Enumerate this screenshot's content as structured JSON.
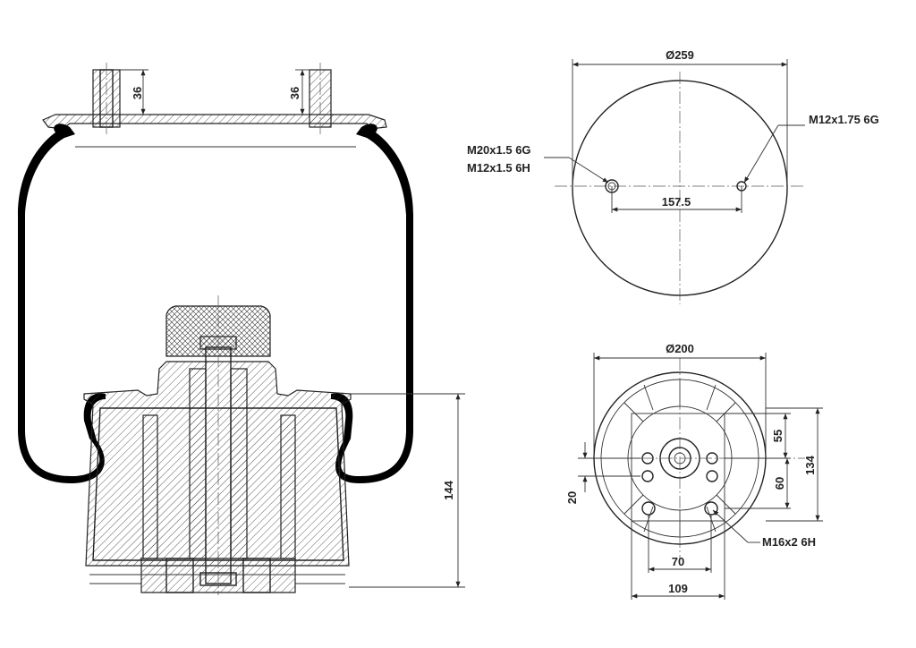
{
  "side_view": {
    "stud_height_left": "36",
    "stud_height_right": "36",
    "height": "144"
  },
  "top_view": {
    "diameter": "Ø259",
    "thread_left_1": "M20x1.5 6G",
    "thread_left_2": "M12x1.5 6H",
    "thread_right": "M12x1.75 6G",
    "stud_spacing": "157.5"
  },
  "bottom_view": {
    "diameter": "Ø200",
    "dim_55": "55",
    "dim_134": "134",
    "dim_60": "60",
    "dim_20": "20",
    "thread_bolt": "M16x2 6H",
    "dim_70": "70",
    "dim_109": "109"
  }
}
